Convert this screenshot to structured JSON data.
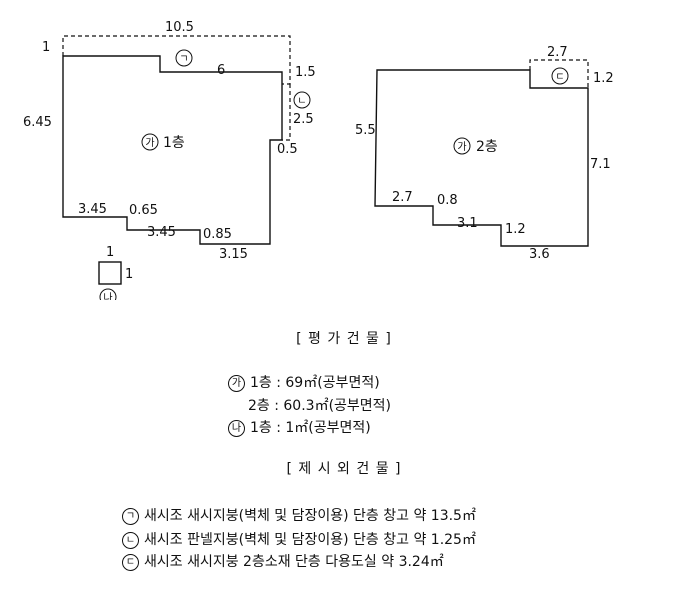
{
  "markers": {
    "ga": "가",
    "na": "나",
    "g": "ㄱ",
    "n": "ㄴ",
    "d": "ㄷ"
  },
  "building1": {
    "label": "1층",
    "dims": {
      "top": "10.5",
      "top_inner": "6",
      "left_top": "1",
      "left": "6.45",
      "right_top": "1.5",
      "right_mid": "2.5",
      "right_low": "0.5",
      "bottom_left": "3.45",
      "step1": "0.65",
      "bottom_mid": "3.45",
      "step2": "0.85",
      "bottom_right": "3.15"
    }
  },
  "building2": {
    "label": "2층",
    "dims": {
      "top": "2.7",
      "top_right": "1.2",
      "left": "5.5",
      "right": "7.1",
      "b1": "2.7",
      "b2": "0.8",
      "b3": "3.1",
      "b4": "1.2",
      "b5": "3.6"
    }
  },
  "small_box": {
    "w": "1",
    "h": "1"
  },
  "section1": {
    "title": "[ 평 가 건 물 ]",
    "lines": [
      {
        "marker": "가",
        "text": "1층 : 69㎡(공부면적)"
      },
      {
        "marker": "",
        "text": "2층 : 60.3㎡(공부면적)"
      },
      {
        "marker": "나",
        "text": "1층 : 1㎡(공부면적)"
      }
    ]
  },
  "section2": {
    "title": "[ 제 시 외 건 물 ]",
    "lines": [
      {
        "marker": "ㄱ",
        "text": "새시조 새시지붕(벽체 및 담장이용) 단층 창고 약 13.5㎡"
      },
      {
        "marker": "ㄴ",
        "text": "새시조 판넬지붕(벽체 및 담장이용) 단층 창고 약 1.25㎡"
      },
      {
        "marker": "ㄷ",
        "text": "새시조 새시지붕 2층소재 단층 다용도실 약 3.24㎡"
      }
    ]
  }
}
